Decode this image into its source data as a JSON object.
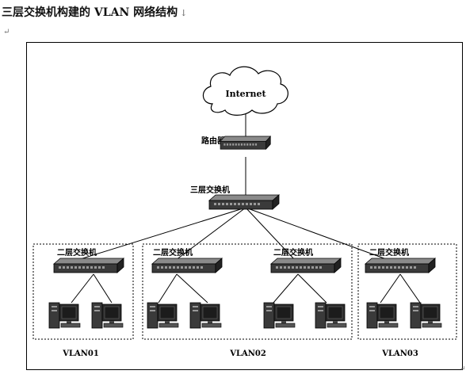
{
  "heading": {
    "title": "三层交换机构建的 VLAN 网络结构",
    "trail_marks": "↓"
  },
  "para_mark": "↵",
  "diagram": {
    "cloud_label": "Internet",
    "router_label": "路由器",
    "core_switch_label": "三层交换机",
    "access_switches": [
      {
        "label": "二层交换机"
      },
      {
        "label": "二层交换机"
      },
      {
        "label": "二层交换机"
      },
      {
        "label": "二层交换机"
      }
    ],
    "vlans": [
      {
        "label": "VLAN01"
      },
      {
        "label": "VLAN02"
      },
      {
        "label": "VLAN03"
      }
    ]
  },
  "colors": {
    "device_body": "#3a3a3a",
    "device_top": "#8a8a8a",
    "screen": "#1c1c1c",
    "line": "#000000"
  }
}
